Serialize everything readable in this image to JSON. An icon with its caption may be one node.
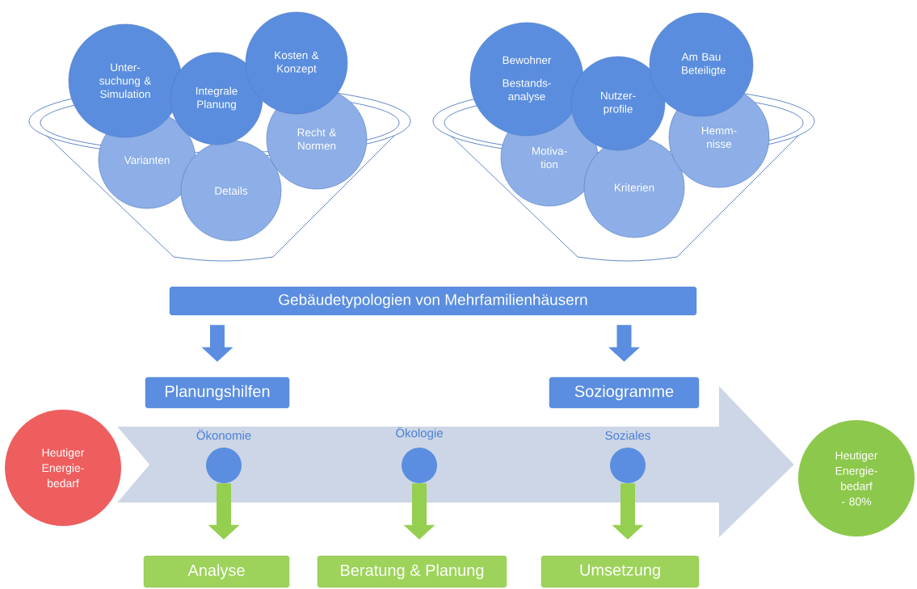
{
  "diagram": {
    "nodes": [
      {
        "text": [
          "Unter- suchung & Simulation"
        ]
      },
      {
        "text": [
          "Integrale Planung"
        ]
      },
      {
        "text": [
          "Kosten & Konzept"
        ]
      },
      {
        "text": [
          "Varianten"
        ]
      },
      {
        "text": [
          "Details"
        ]
      },
      {
        "text": [
          "Recht & Normen"
        ]
      },
      {
        "text": [
          "Bewohner",
          "Bestands- analyse"
        ]
      },
      {
        "text": [
          "Nutzer- profile"
        ]
      },
      {
        "text": [
          "Am Bau Beteiligte"
        ]
      },
      {
        "text": [
          "Motiva- tion"
        ]
      },
      {
        "text": [
          "Kriterien"
        ]
      },
      {
        "text": [
          "Hemm- nisse"
        ]
      },
      {
        "text": [
          "Gebäudetypologien von Mehrfamilienhäusern"
        ]
      },
      {
        "text": [
          "Planungshilfen"
        ]
      },
      {
        "text": [
          "Soziogramme"
        ]
      },
      {
        "text": [
          "Heutiger Energie- bedarf"
        ]
      },
      {
        "text": [
          "Ökonomie"
        ]
      },
      {
        "text": [
          "Ökologie"
        ]
      },
      {
        "text": [
          "Soziales"
        ]
      },
      {
        "text": [
          "Heutiger Energie- bedarf",
          "- 80%"
        ]
      },
      {
        "text": [
          "Analyse"
        ]
      },
      {
        "text": [
          "Beratung & Planung"
        ]
      },
      {
        "text": [
          "Umsetzung"
        ]
      }
    ],
    "edges": [
      {
        "from": 12,
        "to": 13,
        "arrow": "to",
        "color": "#5b8ee0"
      },
      {
        "from": 12,
        "to": 14,
        "arrow": "to",
        "color": "#5b8ee0"
      },
      {
        "from": 15,
        "to": 19,
        "arrow": "to",
        "color": "#cdd6e6"
      },
      {
        "from": 16,
        "to": 20,
        "arrow": "to",
        "color": "#95cf50"
      },
      {
        "from": 17,
        "to": 21,
        "arrow": "to",
        "color": "#95cf50"
      },
      {
        "from": 18,
        "to": 22,
        "arrow": "to",
        "color": "#95cf50"
      }
    ]
  }
}
